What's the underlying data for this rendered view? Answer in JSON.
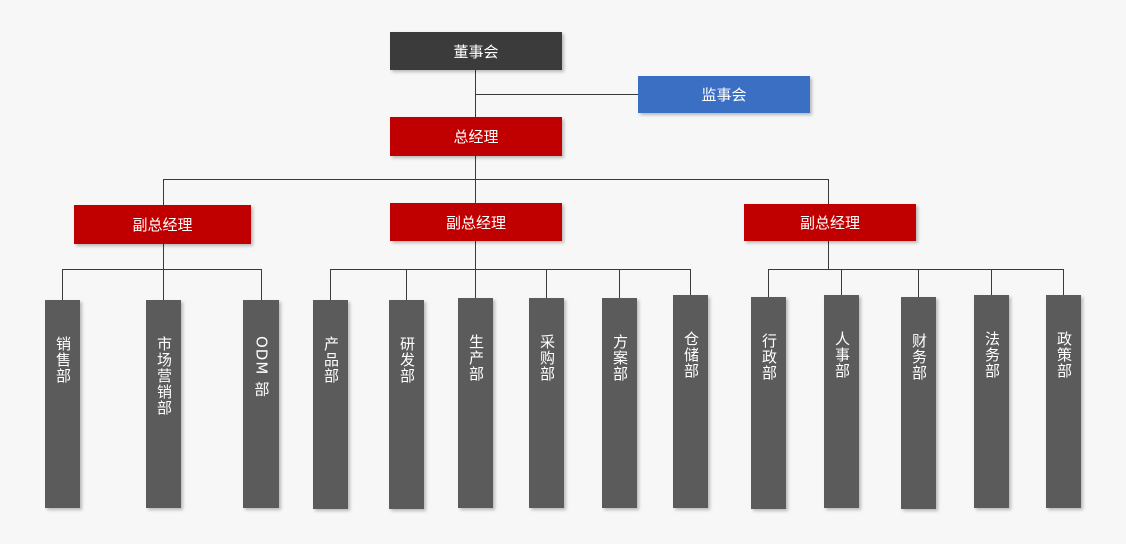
{
  "colors": {
    "board": "#3b3b3b",
    "supervisory": "#3b6fc4",
    "management": "#c00000",
    "department": "#5b5b5b",
    "connector": "#3a3a3a",
    "background": "#f7f7f7"
  },
  "board": {
    "label": "董事会"
  },
  "supervisory_board": {
    "label": "监事会"
  },
  "general_manager": {
    "label": "总经理"
  },
  "deputies": [
    {
      "label": "副总经理",
      "departments": [
        "销售部",
        "市场营销部",
        "ODM 部"
      ]
    },
    {
      "label": "副总经理",
      "departments": [
        "产品部",
        "研发部",
        "生产部",
        "采购部",
        "方案部",
        "仓储部"
      ]
    },
    {
      "label": "副总经理",
      "departments": [
        "行政部",
        "人事部",
        "财务部",
        "法务部",
        "政策部"
      ]
    }
  ]
}
